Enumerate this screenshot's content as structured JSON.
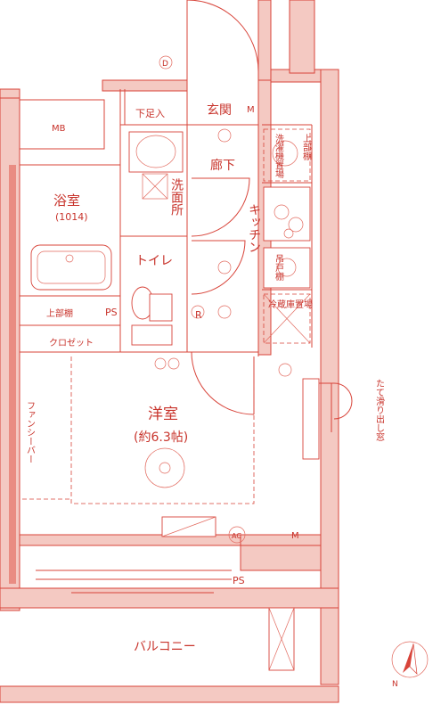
{
  "rooms": {
    "entrance": "玄関",
    "shoe_storage": "下足入",
    "mb": "MB",
    "hallway": "廊下",
    "bathroom": "浴室",
    "bathroom_size": "(1014)",
    "washroom": "洗面所",
    "toilet": "トイレ",
    "kitchen": "キッチン",
    "washer_area": "洗濯機置場",
    "top_shelf": "上部棚",
    "hanging_cabinet": "吊戸棚",
    "fridge_area": "冷蔵庫置場",
    "upper_shelf": "上部棚",
    "closet": "クロゼット",
    "western_room": "洋室",
    "western_room_size": "(約6.3帖)",
    "fan_shelf": "ファンシーバー",
    "balcony": "バルコニー",
    "window_note": "たて滑り出し窓"
  },
  "symbols": {
    "ps1": "PS",
    "ps2": "PS",
    "r": "R",
    "m_entrance": "M",
    "m_room": "M",
    "ac": "AC",
    "d": "D",
    "north": "N"
  },
  "colors": {
    "line": "#d8443a",
    "wall_fill": "#f4c9c2",
    "text": "#c8332b"
  }
}
